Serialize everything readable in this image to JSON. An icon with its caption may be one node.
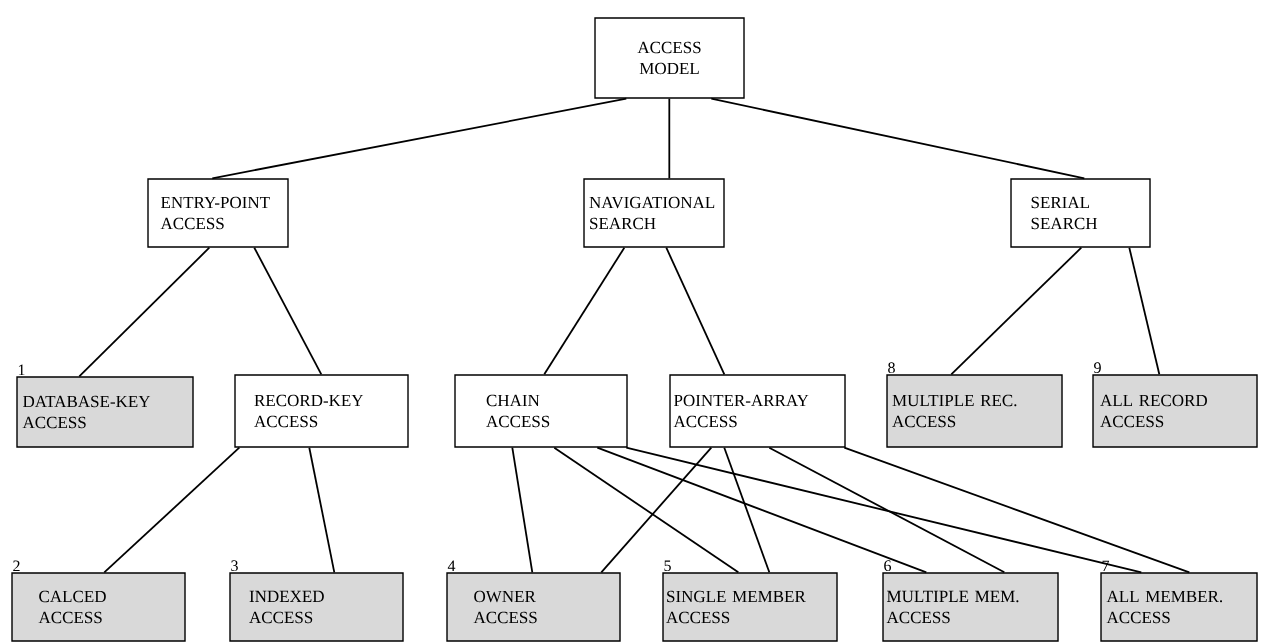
{
  "diagram": {
    "nodes": [
      {
        "text": [
          "ACCESS MODEL"
        ]
      },
      {
        "text": [
          "ENTRY-POINT ACCESS"
        ]
      },
      {
        "text": [
          "NAVIGATIONAL SEARCH"
        ]
      },
      {
        "text": [
          "SERIAL SEARCH"
        ]
      },
      {
        "text": [
          "DATABASE-KEY ACCESS"
        ],
        "beside": [
          "1"
        ]
      },
      {
        "text": [
          "RECORD-KEY ACCESS"
        ]
      },
      {
        "text": [
          "CHAIN ACCESS"
        ]
      },
      {
        "text": [
          "POINTER-ARRAY ACCESS"
        ]
      },
      {
        "text": [
          "MULTIPLE REC. ACCESS"
        ],
        "beside": [
          "8"
        ]
      },
      {
        "text": [
          "ALL RECORD ACCESS"
        ],
        "beside": [
          "9"
        ]
      },
      {
        "text": [
          "CALCED ACCESS"
        ],
        "beside": [
          "2"
        ]
      },
      {
        "text": [
          "INDEXED ACCESS"
        ],
        "beside": [
          "3"
        ]
      },
      {
        "text": [
          "OWNER ACCESS"
        ],
        "beside": [
          "4"
        ]
      },
      {
        "text": [
          "SINGLE MEMBER ACCESS"
        ],
        "beside": [
          "5"
        ]
      },
      {
        "text": [
          "MULTIPLE MEM. ACCESS"
        ],
        "beside": [
          "6"
        ]
      },
      {
        "text": [
          "ALL MEMBER. ACCESS"
        ],
        "beside": [
          "7"
        ]
      }
    ],
    "edges": [
      {
        "from": 0,
        "to": 1,
        "arrow": "none"
      },
      {
        "from": 0,
        "to": 2,
        "arrow": "none"
      },
      {
        "from": 0,
        "to": 3,
        "arrow": "none"
      },
      {
        "from": 1,
        "to": 4,
        "arrow": "none"
      },
      {
        "from": 1,
        "to": 5,
        "arrow": "none"
      },
      {
        "from": 2,
        "to": 6,
        "arrow": "none"
      },
      {
        "from": 2,
        "to": 7,
        "arrow": "none"
      },
      {
        "from": 3,
        "to": 8,
        "arrow": "none"
      },
      {
        "from": 3,
        "to": 9,
        "arrow": "none"
      },
      {
        "from": 5,
        "to": 10,
        "arrow": "none"
      },
      {
        "from": 5,
        "to": 11,
        "arrow": "none"
      },
      {
        "from": 6,
        "to": 12,
        "arrow": "none"
      },
      {
        "from": 6,
        "to": 13,
        "arrow": "none"
      },
      {
        "from": 6,
        "to": 14,
        "arrow": "none"
      },
      {
        "from": 6,
        "to": 15,
        "arrow": "none"
      },
      {
        "from": 7,
        "to": 12,
        "arrow": "none"
      },
      {
        "from": 7,
        "to": 13,
        "arrow": "none"
      },
      {
        "from": 7,
        "to": 14,
        "arrow": "none"
      },
      {
        "from": 7,
        "to": 15,
        "arrow": "none"
      }
    ]
  }
}
